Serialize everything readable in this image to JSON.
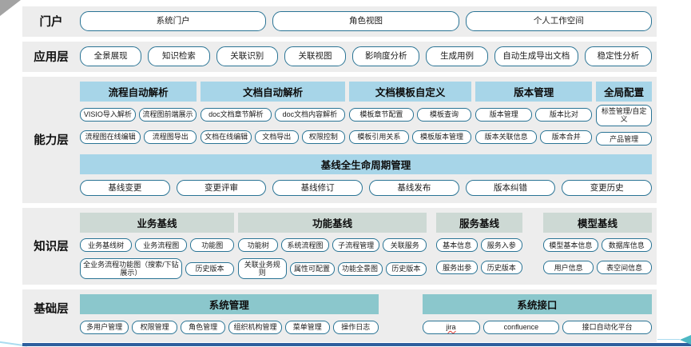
{
  "colors": {
    "row_bg": "#ededed",
    "header_blue": "#a7d5e8",
    "header_green": "#cdd9d4",
    "header_teal": "#8bc7cc",
    "button_border": "#2a7495",
    "bottom_bar_blue": "#2e5f9e",
    "arrow_teal": "#4db8c4",
    "corner_gray": "#a3a3a3",
    "diag_line_blue": "#aadcf0"
  },
  "spellcheck_items": [
    "jira"
  ],
  "layers": [
    {
      "name": "portal",
      "label": "门户",
      "size": "lg",
      "equal": true,
      "buttons": [
        "系统门户",
        "角色视图",
        "个人工作空间"
      ]
    },
    {
      "name": "application",
      "label": "应用层",
      "size": "lg",
      "buttons": [
        "全景展现",
        "知识检索",
        "关联识别",
        "关联视图",
        "影响度分析",
        "生成用例",
        "自动生成导出文档",
        "稳定性分析"
      ]
    },
    {
      "name": "capability",
      "label": "能力层",
      "header_style": "blue",
      "groups": [
        {
          "header": "流程自动解析",
          "flex": 21,
          "rows": [
            [
              "VISIO导入解析",
              "流程图前端展示"
            ],
            [
              "流程图在线编辑",
              "流程图导出"
            ]
          ]
        },
        {
          "header": "文档自动解析",
          "flex": 26,
          "rows": [
            [
              "doc文档章节解析",
              "doc文档内容解析"
            ],
            [
              "文档在线编辑",
              "文档导出",
              "权限控制"
            ]
          ]
        },
        {
          "header": "文档模板自定义",
          "flex": 22,
          "rows": [
            [
              "模板章节配置",
              "模板查询"
            ],
            [
              "模板引用关系",
              "模板版本管理"
            ]
          ]
        },
        {
          "header": "版本管理",
          "flex": 21,
          "rows": [
            [
              "版本管理",
              "版本比对"
            ],
            [
              "版本关联信息",
              "版本合并"
            ]
          ]
        },
        {
          "header": "全局配置",
          "flex": 10,
          "rows": [
            [
              "标签管理/自定义"
            ],
            [
              "产品管理"
            ]
          ]
        }
      ],
      "banner": {
        "header": "基线全生命周期管理",
        "items": [
          "基线变更",
          "变更评审",
          "基线修订",
          "基线发布",
          "版本纠错",
          "变更历史"
        ]
      }
    },
    {
      "name": "knowledge",
      "label": "知识层",
      "header_style": "green",
      "groups": [
        {
          "header": "业务基线",
          "flex": 27,
          "rows": [
            [
              "业务基线树",
              "业务流程图",
              "功能图"
            ],
            [
              "全业务流程功能图（搜索/下钻展示）",
              "历史版本"
            ]
          ]
        },
        {
          "header": "功能基线",
          "flex": 33,
          "rows": [
            [
              "功能树",
              "系统流程图",
              "子流程管理",
              "关联服务"
            ],
            [
              "关联业务规则",
              "属性可配置",
              "功能全景图",
              "历史版本"
            ]
          ]
        },
        {
          "header": "服务基线",
          "flex": 15,
          "gap_before": 1,
          "rows": [
            [
              "基本信息",
              "服务入参"
            ],
            [
              "服务出参",
              "历史版本"
            ]
          ]
        },
        {
          "header": "模型基线",
          "flex": 19,
          "gap_before": 3,
          "rows": [
            [
              "模型基本信息",
              "数据库信息"
            ],
            [
              "用户信息",
              "表空间信息"
            ]
          ]
        }
      ]
    },
    {
      "name": "base",
      "label": "基础层",
      "header_style": "teal",
      "label_align": "top",
      "groups": [
        {
          "header": "系统管理",
          "flex": 52,
          "rows": [
            [
              "多用户管理",
              "权限管理",
              "角色管理",
              "组织机构管理",
              "菜单管理",
              "操作日志"
            ]
          ]
        },
        {
          "header": "系统接口",
          "flex": 40,
          "gap_before": 7,
          "rows": [
            [
              "jira",
              "confluence",
              "接口自动化平台"
            ]
          ]
        }
      ]
    }
  ]
}
